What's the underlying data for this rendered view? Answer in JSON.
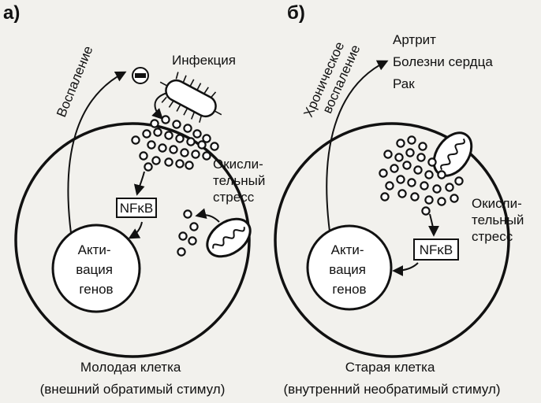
{
  "panel_a": {
    "letter": "а)",
    "inflammation": "Воспаление",
    "infection": "Инфекция",
    "oxidative_stress": [
      "Окисли-",
      "тельный",
      "стресс"
    ],
    "nfkb": "NFκB",
    "gene_activation": [
      "Акти-",
      "вация",
      "генов"
    ],
    "caption": [
      "Молодая клетка",
      "(внешний обратимый стимул)"
    ]
  },
  "panel_b": {
    "letter": "б)",
    "chronic_inflammation": [
      "Хроническое",
      "воспаление"
    ],
    "diseases": [
      "Артрит",
      "Болезни сердца",
      "Рак"
    ],
    "oxidative_stress": [
      "Окисли-",
      "тельный",
      "стресс"
    ],
    "nfkb": "NFκB",
    "gene_activation": [
      "Акти-",
      "вация",
      "генов"
    ],
    "caption": [
      "Старая клетка",
      "(внутренний необратимый стимул)"
    ]
  },
  "colors": {
    "ink": "#111111",
    "paper": "#f2f1ed"
  }
}
